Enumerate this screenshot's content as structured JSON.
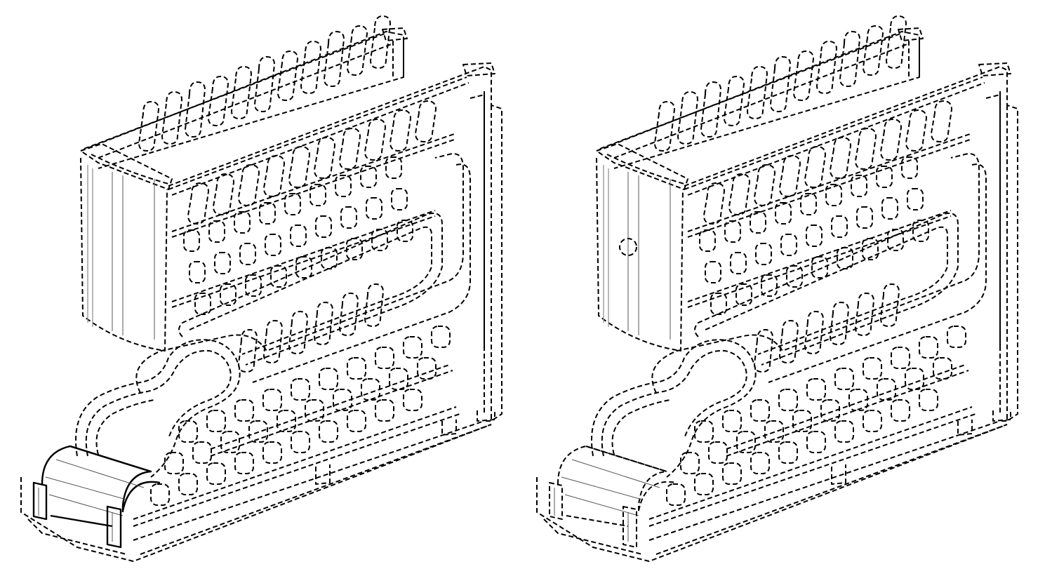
{
  "figures": [
    {
      "name": "first-view",
      "variant": "solid-front-cylinder"
    },
    {
      "name": "second-view",
      "variant": "dashed-front-cylinder-with-circle-feature"
    }
  ],
  "colors": {
    "line": "#000000",
    "background": "#ffffff",
    "shading": "#999999"
  }
}
